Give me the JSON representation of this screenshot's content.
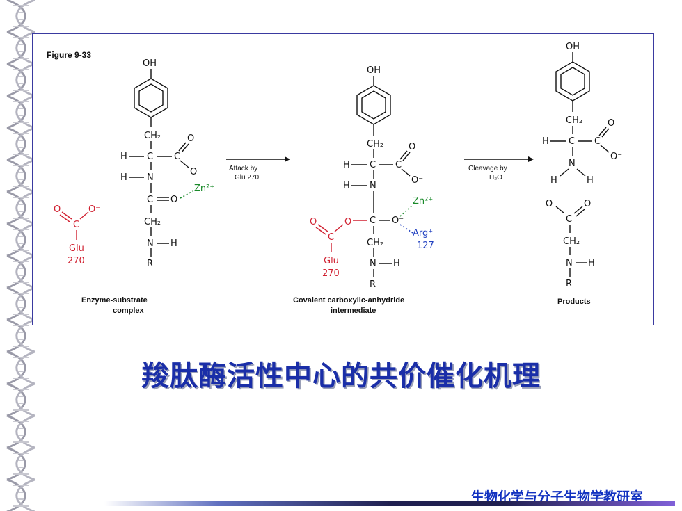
{
  "figure": {
    "label": "Figure 9-33",
    "arrow1": {
      "line1": "Attack by",
      "line2": "Glu 270"
    },
    "arrow2": {
      "line1": "Cleavage by",
      "line2": "H₂O"
    },
    "captions": {
      "left_line1": "Enzyme-substrate",
      "left_line2": "complex",
      "middle_line1": "Covalent carboxylic-anhydride",
      "middle_line2": "intermediate",
      "right": "Products"
    },
    "atoms": {
      "oh": "OH",
      "ch2": "CH₂",
      "h": "H",
      "c": "C",
      "n": "N",
      "o": "O",
      "o_minus": "O⁻",
      "minus_o": "⁻O",
      "r": "R",
      "zn": "Zn²⁺",
      "glu": "Glu",
      "num_270": "270",
      "arg": "Arg⁺",
      "num_127": "127",
      "nh": "N—H"
    }
  },
  "title": "羧肽酶活性中心的共价催化机理",
  "footer": "生物化学与分子生物学教研室",
  "colors": {
    "title": "#1a2ea8",
    "footer": "#1030c0",
    "glu": "#d02030",
    "zinc": "#1a8a2a",
    "arg": "#2040c0"
  }
}
